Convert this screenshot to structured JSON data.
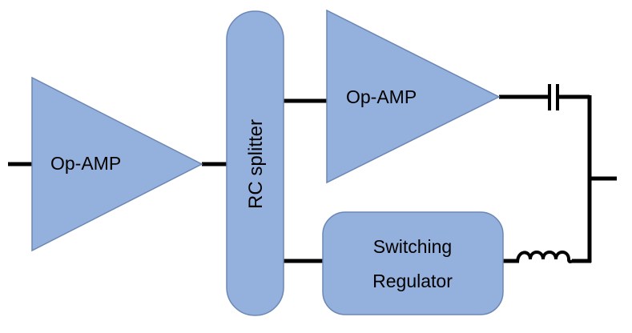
{
  "diagram": {
    "blocks": {
      "amp1": {
        "label": "Op-AMP"
      },
      "splitter": {
        "label": "RC splitter"
      },
      "amp2": {
        "label": "Op-AMP"
      },
      "regulator": {
        "line1": "Switching",
        "line2": "Regulator"
      }
    },
    "colors": {
      "block_fill": "#94b0dc",
      "block_stroke": "#6c87b4",
      "wire": "#000000"
    }
  }
}
